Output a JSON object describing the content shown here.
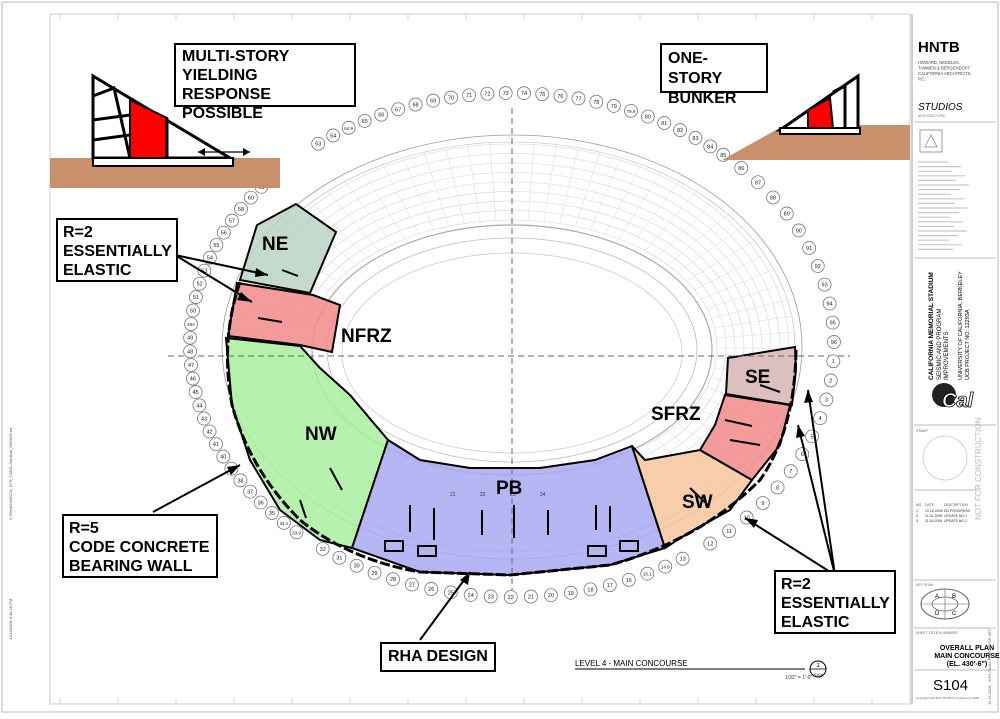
{
  "callouts": {
    "multi_story": [
      "MULTI-STORY",
      "YIELDING RESPONSE",
      "POSSIBLE"
    ],
    "one_story": [
      "ONE-STORY",
      "BUNKER"
    ],
    "r2_left": [
      "R=2",
      "ESSENTIALLY",
      "ELASTIC"
    ],
    "r5": [
      "R=5",
      "CODE CONCRETE",
      "BEARING WALL"
    ],
    "r2_right": [
      "R=2",
      "ESSENTIALLY",
      "ELASTIC"
    ],
    "rha": "RHA DESIGN"
  },
  "zones": {
    "ne": {
      "label": "NE",
      "color": "#b9d3c4"
    },
    "nfrz": {
      "label": "NFRZ",
      "color": "#f28a8a"
    },
    "nw": {
      "label": "NW",
      "color": "#a9f0a0"
    },
    "pb": {
      "label": "PB",
      "color": "#a9a9f2"
    },
    "sw": {
      "label": "SW",
      "color": "#f7c59e"
    },
    "sfrz": {
      "label": "SFRZ",
      "color": "#f28a8a"
    },
    "se": {
      "label": "SE",
      "color": "#d7b6b6"
    }
  },
  "section_numbers_top": [
    "63",
    "64",
    "64.9",
    "65",
    "66",
    "67",
    "68",
    "69",
    "70",
    "71",
    "72",
    "73",
    "74",
    "75",
    "76",
    "77",
    "78",
    "79",
    "79.9",
    "80",
    "81",
    "82",
    "83",
    "84"
  ],
  "section_numbers_left": [
    "62",
    "61",
    "60",
    "58",
    "57",
    "56",
    "55",
    "54",
    "53",
    "52",
    "51",
    "50",
    "49A",
    "49",
    "48",
    "47",
    "46",
    "45",
    "44",
    "43",
    "42",
    "41",
    "40",
    "39",
    "38",
    "37",
    "36",
    "35",
    "34.1",
    "33.9"
  ],
  "section_numbers_bottom": [
    "32",
    "31",
    "30",
    "29",
    "28",
    "27",
    "26",
    "25",
    "24",
    "23",
    "22",
    "21",
    "20",
    "19",
    "18",
    "17",
    "16",
    "15.1",
    "14.9",
    "13"
  ],
  "section_numbers_right": [
    "85",
    "86",
    "87",
    "88",
    "89",
    "90",
    "91",
    "92",
    "93",
    "94",
    "95",
    "96",
    "1",
    "2",
    "3",
    "4",
    "5",
    "6",
    "7",
    "8",
    "9",
    "10",
    "11",
    "12"
  ],
  "pb_marks": [
    "21",
    "22",
    "23",
    "24"
  ],
  "drawing_title": "LEVEL 4 - MAIN CONCOURSE",
  "detail_number": "1",
  "detail_sheet": "S104",
  "scale_note": "1/32\" = 1'-0\"",
  "title_block": {
    "firm_logo": "HNTB",
    "firm_name": [
      "HOWARD, NEEDLES,",
      "TAMMEN & BERGENDOFF",
      "CALIFORNIA ARCHITECTS,",
      "P.C."
    ],
    "studio": "STUDIOS",
    "studio_sub": "ARCHITECTURE",
    "project_name": [
      "CALIFORNIA MEMORIAL STADIUM",
      "SEISMIC AND PROGRAM",
      "IMPROVEMENTS"
    ],
    "client": [
      "UNIVERSITY OF CALIFORNIA, BERKELEY",
      "UCB PROJECT NO. 12293A"
    ],
    "not_for_construction": "NOT FOR CONSTRUCTION",
    "stamp_label": "STAMP",
    "key_plan_label": "KEY PLAN",
    "key_plan_letters": [
      "A",
      "B",
      "C",
      "D"
    ],
    "sheet_title_label": "SHEET TITLE & NUMBER",
    "sheet_title": [
      "OVERALL PLAN",
      "MAIN CONCOURSE",
      "(EL. 430'-6\")"
    ],
    "sheet_number": "S104",
    "copyright": "Copyright HNTB & STUDIOS Architecture 2006",
    "side_note": "11.16.2006 - 50% FINAL PROGRESS SET",
    "issue_header": [
      "NO.",
      "DATE",
      "DESCRIPTION"
    ],
    "issues": [
      [
        "1",
        "10.18.2006",
        "DD PROGRESS"
      ],
      [
        "2",
        "11.01.2006",
        "UPDATE NO.1"
      ],
      [
        "3",
        "11.16.2006",
        "UPDATE NO.2"
      ]
    ]
  },
  "margin_note": "C:\\Revit2006\\CM_STR_CMS1-Stadium_M52006.rvt",
  "margin_date": "11/16/2006 4:48:18 PM",
  "colors": {
    "earth": "#c8916c",
    "red": "#ff0000",
    "grid": "#999999"
  }
}
